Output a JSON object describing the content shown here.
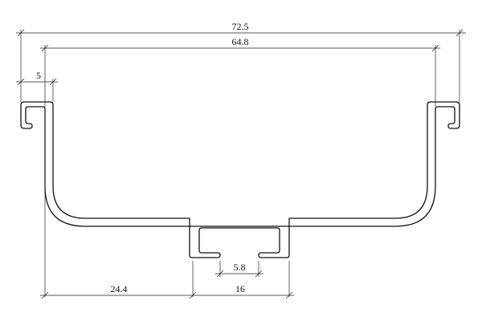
{
  "drawing": {
    "line_color": "#111111",
    "background": "#ffffff",
    "dimensions": {
      "overall_width": "72.5",
      "inner_width": "64.8",
      "lip_width": "5",
      "offset_to_slot": "24.4",
      "slot_width": "16",
      "slot_opening": "5.8"
    }
  }
}
